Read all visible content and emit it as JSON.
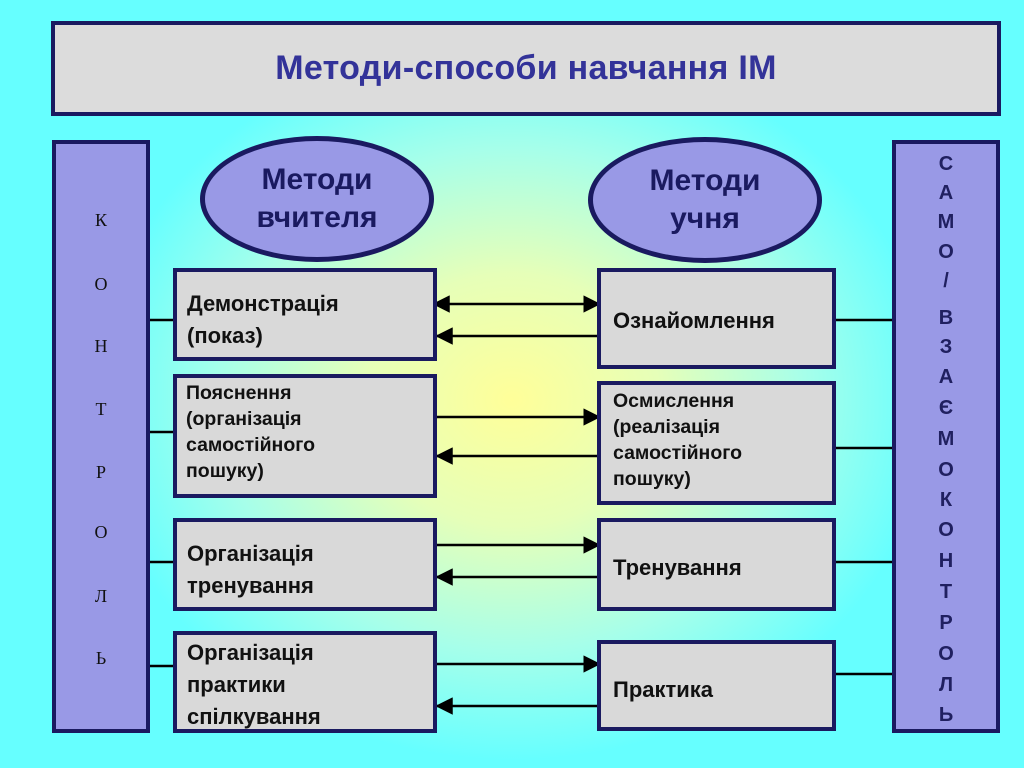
{
  "title": "Методи-способи навчання ІМ",
  "left_bar": {
    "letters": [
      "К",
      "О",
      "Н",
      "Т",
      "Р",
      "О",
      "Л",
      "Ь"
    ]
  },
  "right_bar": {
    "letters": [
      "С",
      "А",
      "М",
      "О",
      "/",
      "В",
      "З",
      "А",
      "Є",
      "М",
      "О",
      "К",
      "О",
      "Н",
      "Т",
      "Р",
      "О",
      "Л",
      "Ь"
    ]
  },
  "teacher_header": "Методи\nвчителя",
  "student_header": "Методи\nучня",
  "teacher_methods": [
    "Демонстрація\n(показ)",
    "Пояснення\n(організація\nсамостійного\nпошуку)",
    "Організація\nтренування",
    "Організація\nпрактики\nспілкування"
  ],
  "student_methods": [
    "Ознайомлення",
    "Осмислення\n(реалізація\nсамостійного\nпошуку)",
    "Тренування",
    "Практика"
  ],
  "colors": {
    "background": "#66ffff",
    "center_glow": "#ffff99",
    "title_text": "#333399",
    "panel_fill": "#9999e6",
    "box_fill": "#d9d9d9",
    "border": "#1a1a60"
  }
}
